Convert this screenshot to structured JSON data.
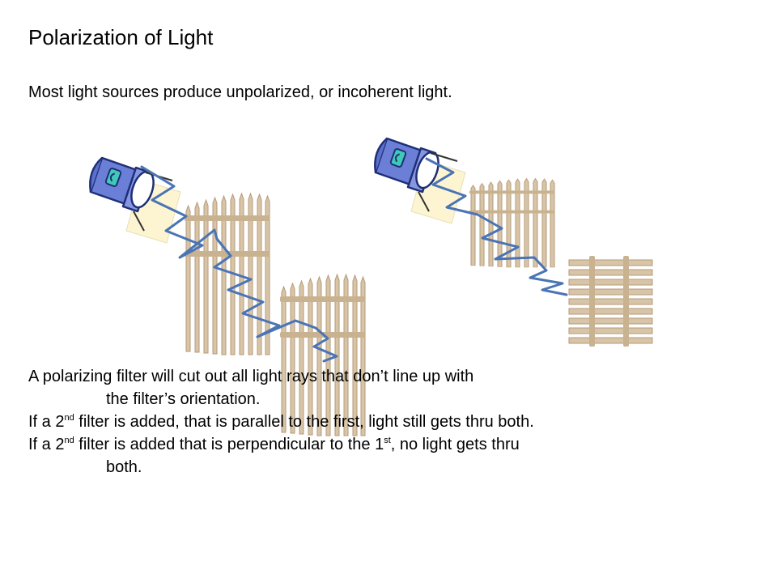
{
  "slide": {
    "title": "Polarization of Light",
    "intro": "Most light sources produce unpolarized, or incoherent light.",
    "paragraphs": [
      {
        "line1": "A polarizing filter will cut out all light rays that don’t line up with",
        "line2": "the filter’s orientation."
      },
      {
        "pre": "If a 2",
        "sup": "nd",
        "post": " filter is added, that is parallel to the first, light still gets thru both."
      },
      {
        "pre": "If a 2",
        "sup": "nd",
        "mid": " filter is added that is perpendicular to the 1",
        "sup2": "st",
        "post": ", no light gets thru",
        "line2": "both."
      }
    ]
  },
  "illustration": {
    "left_scene": {
      "light_source": "flashlight-icon",
      "filters": [
        "vertical-fence-filter",
        "vertical-fence-filter"
      ]
    },
    "right_scene": {
      "light_source": "flashlight-icon",
      "filters": [
        "vertical-fence-filter",
        "horizontal-fence-filter"
      ]
    }
  },
  "colors": {
    "text": "#000000",
    "background": "#ffffff",
    "wave": "#4a74b5",
    "flashlight_body": "#6b7fd6",
    "flashlight_outline": "#1e2f78",
    "flashlight_badge": "#3fc9b6",
    "beam": "#fdf5d2",
    "fence_wood": "#d8c5a7",
    "fence_shadow": "#b49a79"
  }
}
